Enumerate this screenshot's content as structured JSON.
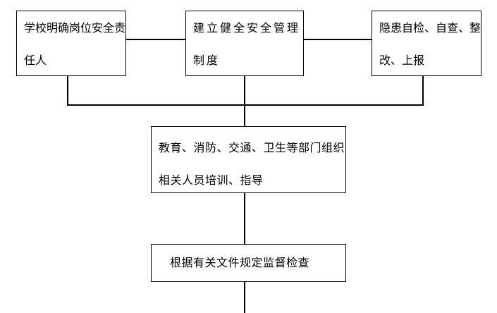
{
  "flowchart": {
    "nodes": [
      {
        "id": "box-1",
        "text": "学校明确岗位安全责任人"
      },
      {
        "id": "box-2",
        "text": "建立健全安全管理制度"
      },
      {
        "id": "box-3",
        "text": "隐患自检、自查、整改、上报"
      },
      {
        "id": "box-4",
        "text": "教育、消防、交通、卫生等部门组织相关人员培训、指导"
      },
      {
        "id": "box-5",
        "text": "根据有关文件规定监督检查"
      }
    ]
  },
  "colors": {
    "line": "#000000",
    "box_border": "#000000",
    "background": "#ffffff"
  }
}
